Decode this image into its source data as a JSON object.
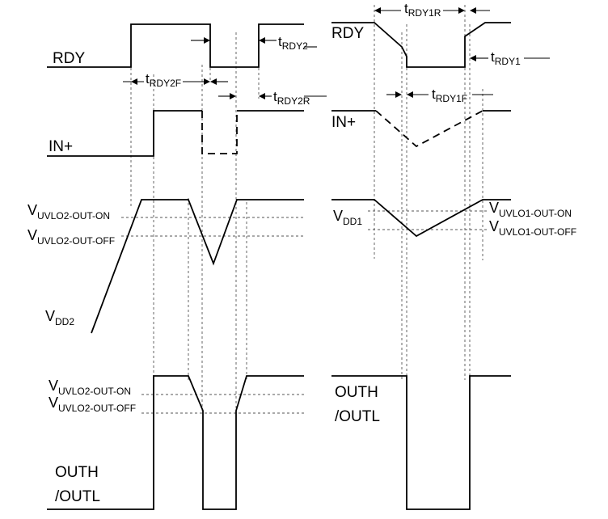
{
  "signals": {
    "rdy_left": "RDY",
    "rdy_right": "RDY",
    "in_left": "IN+",
    "in_right": "IN+",
    "out_left_line1": "OUTH",
    "out_left_line2": "/OUTL",
    "out_right_line1": "OUTH",
    "out_right_line2": "/OUTL"
  },
  "voltages": {
    "left_on": {
      "main": "V",
      "sub": "UVLO2-OUT-ON"
    },
    "left_off": {
      "main": "V",
      "sub": "UVLO2-OUT-OFF"
    },
    "vdd2": {
      "main": "V",
      "sub": "DD2"
    },
    "out_on": {
      "main": "V",
      "sub": "UVLO2-OUT-ON"
    },
    "out_off": {
      "main": "V",
      "sub": "UVLO2-OUT-OFF"
    },
    "vdd1": {
      "main": "V",
      "sub": "DD1"
    },
    "right_on": {
      "main": "V",
      "sub": "UVLO1-OUT-ON"
    },
    "right_off": {
      "main": "V",
      "sub": "UVLO1-OUT-OFF"
    }
  },
  "timing": {
    "t_rdy2": {
      "main": "t",
      "sub": "RDY2"
    },
    "t_rdy2f": {
      "main": "t",
      "sub": "RDY2F"
    },
    "t_rdy2r": {
      "main": "t",
      "sub": "RDY2R"
    },
    "t_rdy1r": {
      "main": "t",
      "sub": "RDY1R"
    },
    "t_rdy1": {
      "main": "t",
      "sub": "RDY1"
    },
    "t_rdy1f": {
      "main": "t",
      "sub": "RDY1F"
    }
  }
}
